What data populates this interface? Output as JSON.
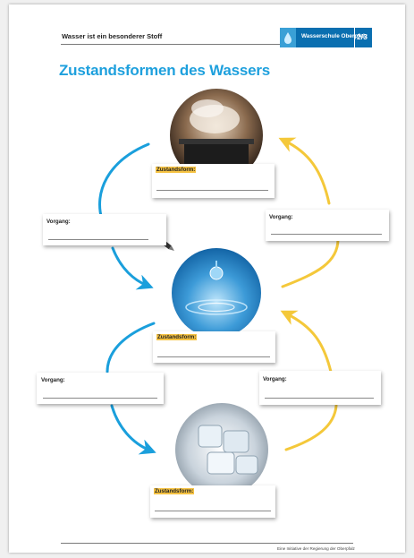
{
  "header": {
    "title": "Wasser ist ein besonderer Stoff",
    "school": "Wasserschule Oberpfalz",
    "page": "2/3"
  },
  "main_title": "Zustandsformen des Wassers",
  "labels": {
    "state": "Zustandsform:",
    "process": "Vorgang:"
  },
  "images": [
    "steam-image",
    "water-drop-image",
    "ice-image"
  ],
  "colors": {
    "blue_arrow": "#1a9fdc",
    "yellow_arrow": "#f4c83a",
    "accent": "#1ea0dd"
  },
  "footer": {
    "text": "Eine Initiative der Regierung der Oberpfalz"
  }
}
